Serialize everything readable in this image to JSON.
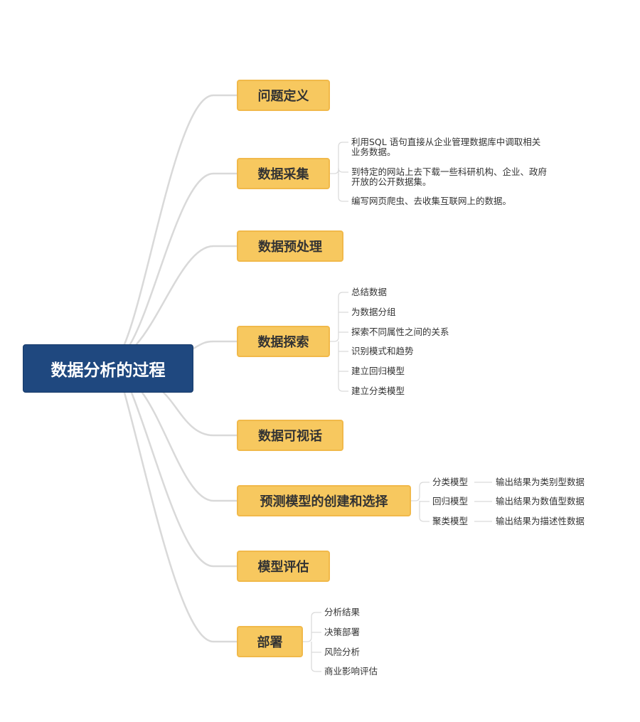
{
  "root": {
    "label": "数据分析的过程"
  },
  "branches": [
    {
      "label": "问题定义"
    },
    {
      "label": "数据采集",
      "items": [
        "利用SQL 语句直接从企业管理数据库中调取相关",
        "业务数据。",
        "到特定的网站上去下载一些科研机构、企业、政府",
        "开放的公开数据集。",
        "编写网页爬虫、去收集互联网上的数据。"
      ]
    },
    {
      "label": "数据预处理"
    },
    {
      "label": "数据探索",
      "items": [
        "总结数据",
        "为数据分组",
        "探索不同属性之间的关系",
        "识别模式和趋势",
        "建立回归模型",
        "建立分类模型"
      ]
    },
    {
      "label": "数据可视话"
    },
    {
      "label": "预测模型的创建和选择",
      "items": [
        {
          "label": "分类模型",
          "desc": "输出结果为类别型数据"
        },
        {
          "label": "回归模型",
          "desc": "输出结果为数值型数据"
        },
        {
          "label": "聚类模型",
          "desc": "输出结果为描述性数据"
        }
      ]
    },
    {
      "label": "模型评估"
    },
    {
      "label": "部署",
      "items": [
        "分析结果",
        "决策部署",
        "风险分析",
        "商业影响评估"
      ]
    }
  ],
  "colors": {
    "root_fill": "#1f487f",
    "node_fill": "#f7c85f",
    "node_border": "#f1b94a",
    "line": "#d9d9d9"
  }
}
